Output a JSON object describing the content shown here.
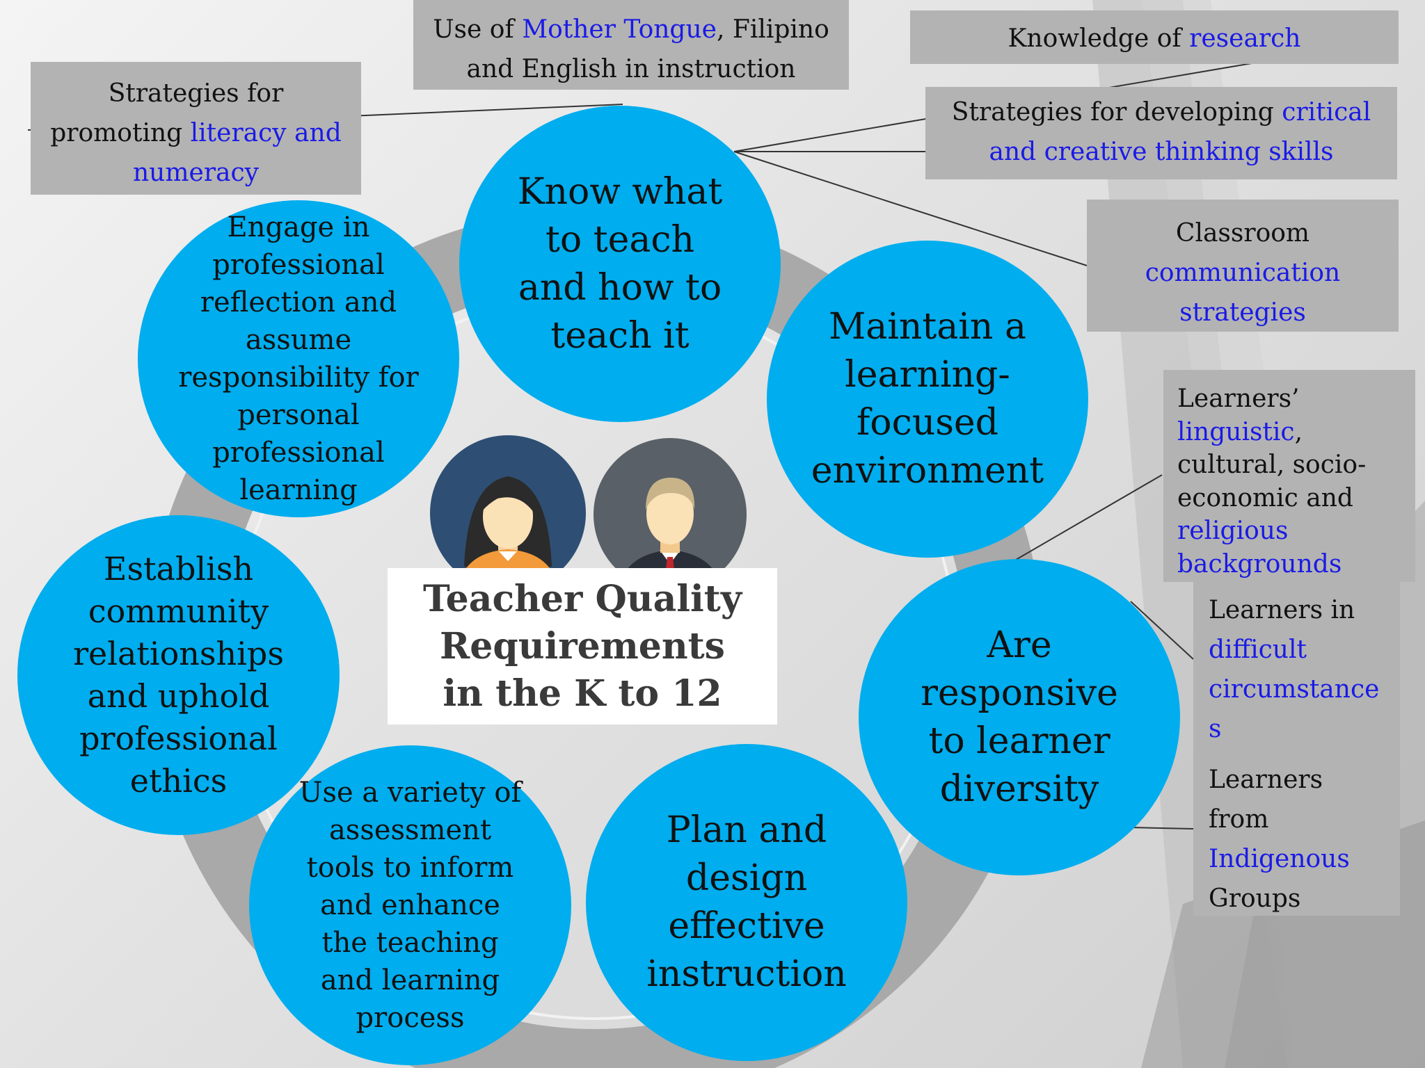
{
  "title": "Teacher Quality\nRequirements\nin the K to 12",
  "circles": [
    {
      "id": "know",
      "text": "Know what\nto teach\nand how to\nteach it"
    },
    {
      "id": "maintain",
      "text": "Maintain a\nlearning-\nfocused\nenvironment"
    },
    {
      "id": "responsive",
      "text": "Are\nresponsive\nto learner\ndiversity"
    },
    {
      "id": "plan",
      "text": "Plan and\ndesign\neffective\ninstruction"
    },
    {
      "id": "assess",
      "text": "Use a variety of\nassessment\ntools to inform\nand enhance\nthe teaching\nand learning\nprocess"
    },
    {
      "id": "community",
      "text": "Establish\ncommunity\nrelationships\nand uphold\nprofessional\nethics"
    },
    {
      "id": "reflection",
      "text": "Engage in\nprofessional\nreflection and\nassume\nresponsibility for\npersonal\nprofessional\nlearning"
    }
  ],
  "boxes": {
    "mother_tongue": {
      "p1": "Use of ",
      "h1": "Mother Tongue",
      "p2": ", Filipino\nand English in instruction"
    },
    "literacy": {
      "p1": "Strategies for\npromoting ",
      "h1": "literacy and\nnumeracy"
    },
    "research": {
      "p1": "Knowledge of ",
      "h1": "research"
    },
    "critical": {
      "p1": "Strategies for developing ",
      "h1": "critical\nand creative thinking skills"
    },
    "classroom": {
      "p1": "Classroom\n",
      "h1": "communication\nstrategies"
    },
    "linguistic": {
      "p1": "Learners’\n",
      "h1": "linguistic",
      "p2": ",\ncultural, socio-\neconomic and\n",
      "h2": "religious\nbackgrounds"
    },
    "difficult": {
      "p1": "Learners in\n",
      "h1": "difficult\ncircumstance\ns"
    },
    "indigenous": {
      "p1": "Learners\nfrom\n",
      "h1": "Indigenous",
      "p2": "\nGroups"
    }
  },
  "colors": {
    "circle": "#00adee",
    "box": "#b3b3b3",
    "highlight": "#1a1ae6",
    "ring": "#a9a9a9"
  },
  "icons": [
    "female-teacher-avatar-icon",
    "male-teacher-avatar-icon"
  ]
}
